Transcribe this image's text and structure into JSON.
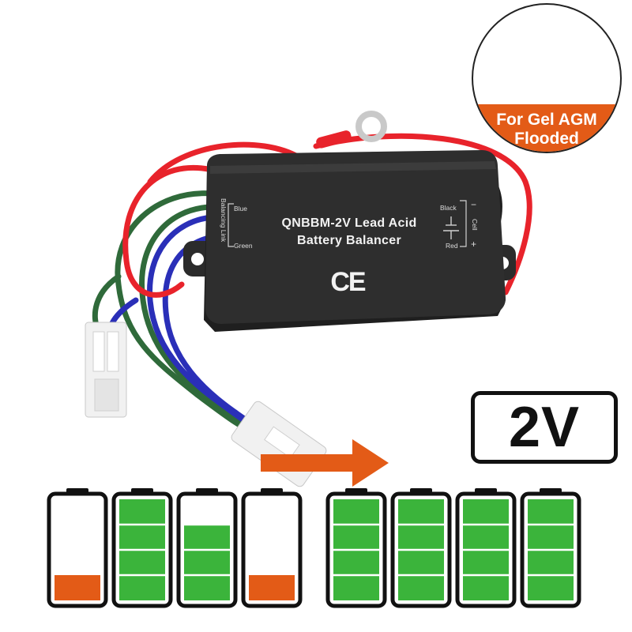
{
  "product": {
    "title_line1": "QNBBM-2V Lead Acid",
    "title_line2": "Battery Balancer",
    "certification_mark": "CE",
    "left_side_label": "Balancing Link",
    "left_top_wire": "Blue",
    "left_bottom_wire": "Green",
    "right_top_wire": "Black",
    "right_bottom_wire": "Red",
    "right_side_label": "Cell",
    "minus_sign": "−",
    "plus_sign": "+"
  },
  "inset": {
    "label_line1": "For Gel AGM",
    "label_line2": "Flooded"
  },
  "voltage_badge": "2V",
  "colors": {
    "accent_orange": "#e35b17",
    "battery_green": "#3bb43b",
    "device_body": "#2a2a2a",
    "wire_red": "#e8232b",
    "wire_blue": "#2a2fb8",
    "wire_green": "#2f6a3a"
  },
  "batteries_before": [
    {
      "level": 0.25,
      "color": "orange"
    },
    {
      "level": 1.0,
      "color": "green"
    },
    {
      "level": 0.75,
      "color": "green"
    },
    {
      "level": 0.25,
      "color": "orange"
    }
  ],
  "batteries_after": [
    {
      "level": 1.0,
      "color": "green"
    },
    {
      "level": 1.0,
      "color": "green"
    },
    {
      "level": 1.0,
      "color": "green"
    },
    {
      "level": 1.0,
      "color": "green"
    }
  ]
}
